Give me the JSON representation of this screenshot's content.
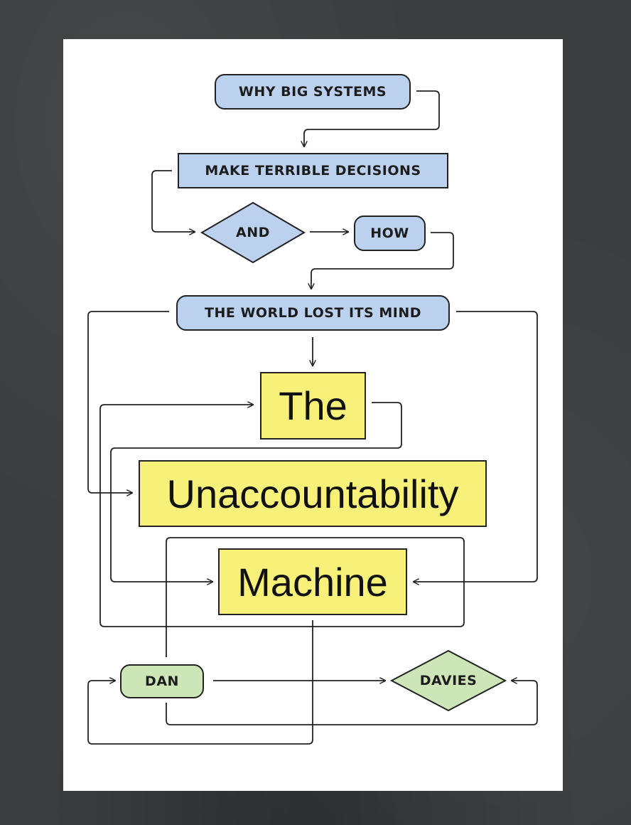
{
  "subtitle": {
    "line1": "WHY BIG SYSTEMS",
    "line2": "MAKE TERRIBLE DECISIONS",
    "connector_and": "AND",
    "connector_how": "HOW",
    "line3": "THE WORLD LOST ITS MIND"
  },
  "title": {
    "word1": "The",
    "word2": "Unaccountability",
    "word3": "Machine"
  },
  "author": {
    "first": "DAN",
    "last": "DAVIES"
  },
  "colors": {
    "blue": "#bcd1ee",
    "yellow": "#f8f179",
    "green": "#cde6b8",
    "line": "#222222"
  }
}
